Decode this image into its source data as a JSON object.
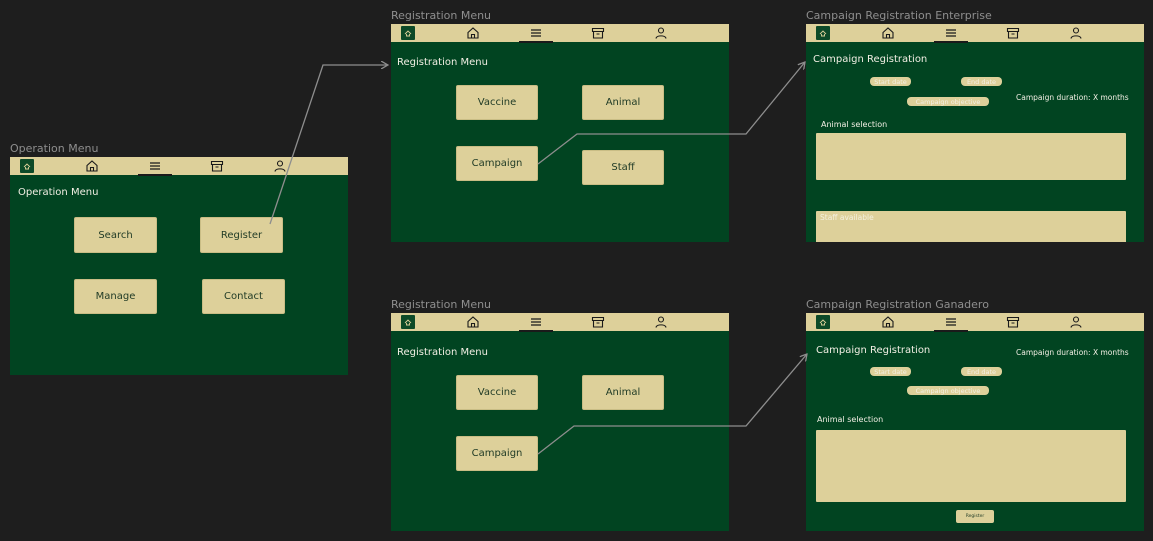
{
  "colors": {
    "canvas": "#1e1e1e",
    "frame_bg": "#014421",
    "accent": "#ddd09a",
    "connector": "#8e8e8e"
  },
  "navbar": {
    "icons": [
      "logo-icon",
      "home-icon",
      "menu-icon",
      "archive-icon",
      "user-icon"
    ],
    "active": "menu-icon"
  },
  "operation_menu": {
    "label": "Operation Menu",
    "title": "Operation Menu",
    "buttons": {
      "search": "Search",
      "register": "Register",
      "manage": "Manage",
      "contact": "Contact"
    }
  },
  "registration_menu_1": {
    "label": "Registration Menu",
    "title": "Registration Menu",
    "buttons": {
      "vaccine": "Vaccine",
      "animal": "Animal",
      "campaign": "Campaign",
      "staff": "Staff"
    }
  },
  "registration_menu_2": {
    "label": "Registration Menu",
    "title": "Registration Menu",
    "buttons": {
      "vaccine": "Vaccine",
      "animal": "Animal",
      "campaign": "Campaign"
    }
  },
  "campaign_enterprise": {
    "label": "Campaign Registration Enterprise",
    "title": "Campaign Registration",
    "start_date": "Start date",
    "end_date": "End date",
    "objective": "Campaign objective",
    "duration": "Campaign duration: X months",
    "animal_selection": "Animal selection",
    "staff_available": "Staff available"
  },
  "campaign_ganadero": {
    "label": "Campaign Registration Ganadero",
    "title": "Campaign Registration",
    "start_date": "Start date",
    "end_date": "End date",
    "objective": "Campaign objective",
    "duration": "Campaign duration: X months",
    "animal_selection": "Animal selection",
    "register": "Register"
  }
}
